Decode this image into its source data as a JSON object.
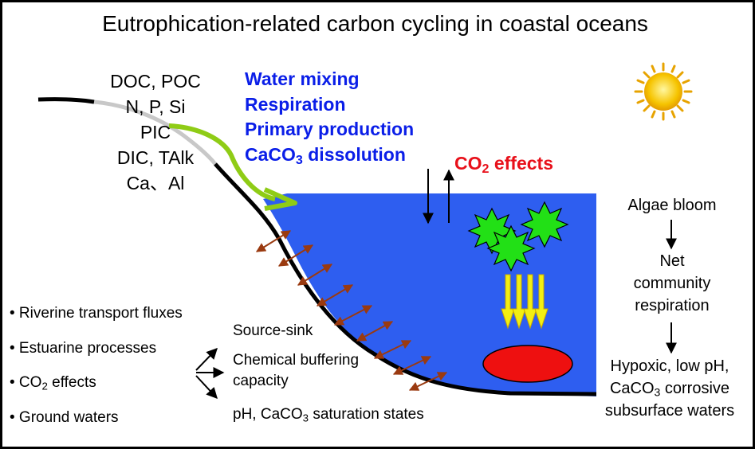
{
  "title": "Eutrophication-related carbon cycling in coastal oceans",
  "river_inputs": [
    "DOC, POC",
    "N, P, Si",
    "PIC",
    "DIC, TAlk",
    "Ca、Al"
  ],
  "processes": {
    "water_mixing": "Water mixing",
    "respiration": "Respiration",
    "primary_production": "Primary production",
    "caco3_dissolution_prefix": "CaCO",
    "caco3_dissolution_sub": "3",
    "caco3_dissolution_suffix": " dissolution"
  },
  "co2_effects": {
    "prefix": "CO",
    "sub": "2",
    "suffix": " effects"
  },
  "right_chain": {
    "algae_bloom": "Algae bloom",
    "ncr_line1": "Net",
    "ncr_line2": "community",
    "ncr_line3": "respiration",
    "hyp_line1": "Hypoxic, low pH,",
    "hyp_line2_prefix": "CaCO",
    "hyp_line2_sub": "3",
    "hyp_line2_suffix": " corrosive",
    "hyp_line3": "subsurface waters"
  },
  "bullets": {
    "b1": "• Riverine transport fluxes",
    "b2": "• Estuarine processes",
    "b3_prefix": "• CO",
    "b3_sub": "2",
    "b3_suffix": " effects",
    "b4": "• Ground waters"
  },
  "outcomes": {
    "source_sink": "Source-sink",
    "buffer_line1": "Chemical buffering",
    "buffer_line2": "capacity",
    "ph_prefix": "pH, CaCO",
    "ph_sub": "3",
    "ph_suffix": " saturation states"
  },
  "colors": {
    "water": "#2e5ef0",
    "algae": "#22e016",
    "hypoxic_zone": "#ee1010",
    "sinking_arrows": "#f2ef12",
    "exchange_arrows": "#9a3a10",
    "river_arrow": "#8fcc16",
    "process_text": "#0a1ee8",
    "co2_text": "#e8101a",
    "sun": "#f6c400"
  }
}
